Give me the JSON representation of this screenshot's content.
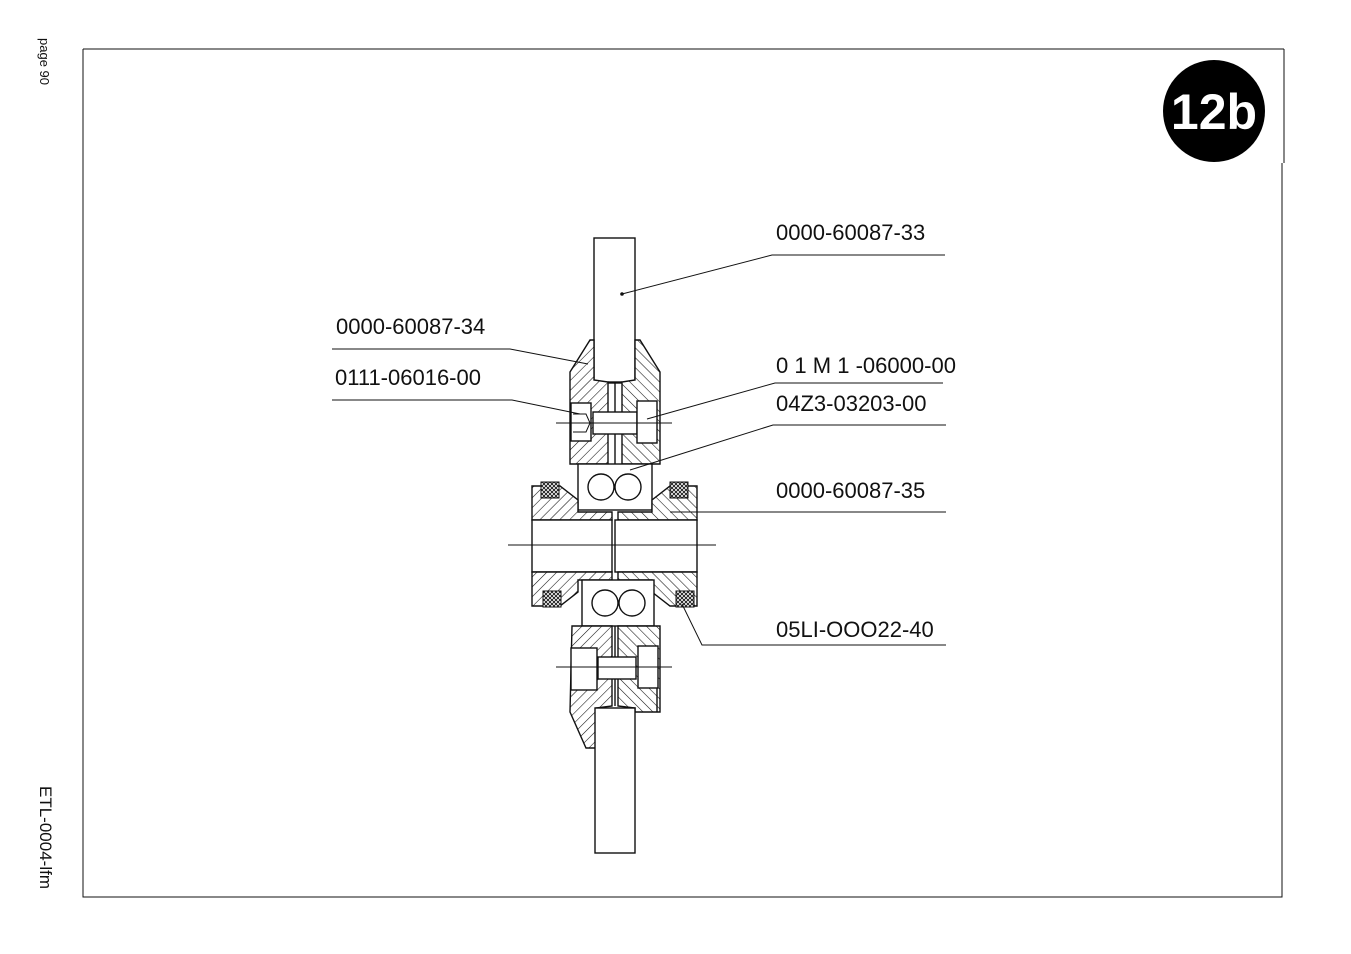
{
  "page": {
    "page_number": "page 90",
    "doc_code": "ETL-0004-lfm"
  },
  "badge": {
    "text": "12b",
    "color": "#000000"
  },
  "callouts": [
    {
      "id": "shaft-upper",
      "text": "0000-60087-33"
    },
    {
      "id": "fork-upper",
      "text": "0000-60087-34"
    },
    {
      "id": "bolt",
      "text": "0111-06016-00"
    },
    {
      "id": "nut",
      "text": "0 1 M 1 -06000-00"
    },
    {
      "id": "bearing",
      "text": "04Z3-03203-00"
    },
    {
      "id": "housing",
      "text": "0000-60087-35"
    },
    {
      "id": "seal-ring",
      "text": "05LI-OOO22-40"
    }
  ]
}
